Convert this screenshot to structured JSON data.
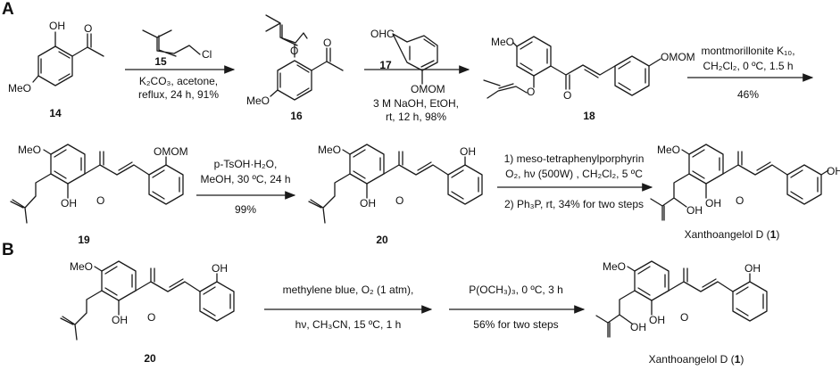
{
  "panels": {
    "a": "A",
    "b": "B"
  },
  "atoms": {
    "oh": "OH",
    "o": "O",
    "meo": "MeO",
    "cl": "Cl",
    "ohc": "OHC",
    "omom": "OMOM",
    "oh_gly": "OH",
    "oh_chelated": "OH"
  },
  "compounds": {
    "c14": "14",
    "c15": "15",
    "c16": "16",
    "c17": "17",
    "c18": "18",
    "c19": "19",
    "c20": "20",
    "c1_name": "Xanthoangelol D",
    "c1_num": "1"
  },
  "steps": {
    "s1": {
      "reagent": "15",
      "line1": "K₂CO₃, acetone,",
      "line2": "reflux, 24 h, 91%"
    },
    "s2": {
      "reagent": "17",
      "line1": "3 M NaOH, EtOH,",
      "line2": "rt, 12 h, 98%"
    },
    "s3": {
      "line1": "montmorillonite K₁₀,",
      "line2": "CH₂Cl₂, 0 ºC, 1.5 h",
      "line3": "46%"
    },
    "s4": {
      "line1": "p-TsOH·H₂O,",
      "line2": "MeOH, 30 ºC, 24 h",
      "line3": "99%"
    },
    "s5": {
      "line1": "1) meso-tetraphenylporphyrin",
      "line2": "O₂, hν (500W) , CH₂Cl₂, 5 ºC",
      "line3": "2) Ph₃P, rt, 34% for two steps"
    },
    "b1": {
      "line1": "methylene blue, O₂ (1 atm),",
      "line2": "hν, CH₃CN, 15 ºC, 1 h"
    },
    "b2": {
      "line1": "P(OCH₃)₃, 0 ºC, 3 h",
      "line2": "56% for two steps"
    }
  }
}
